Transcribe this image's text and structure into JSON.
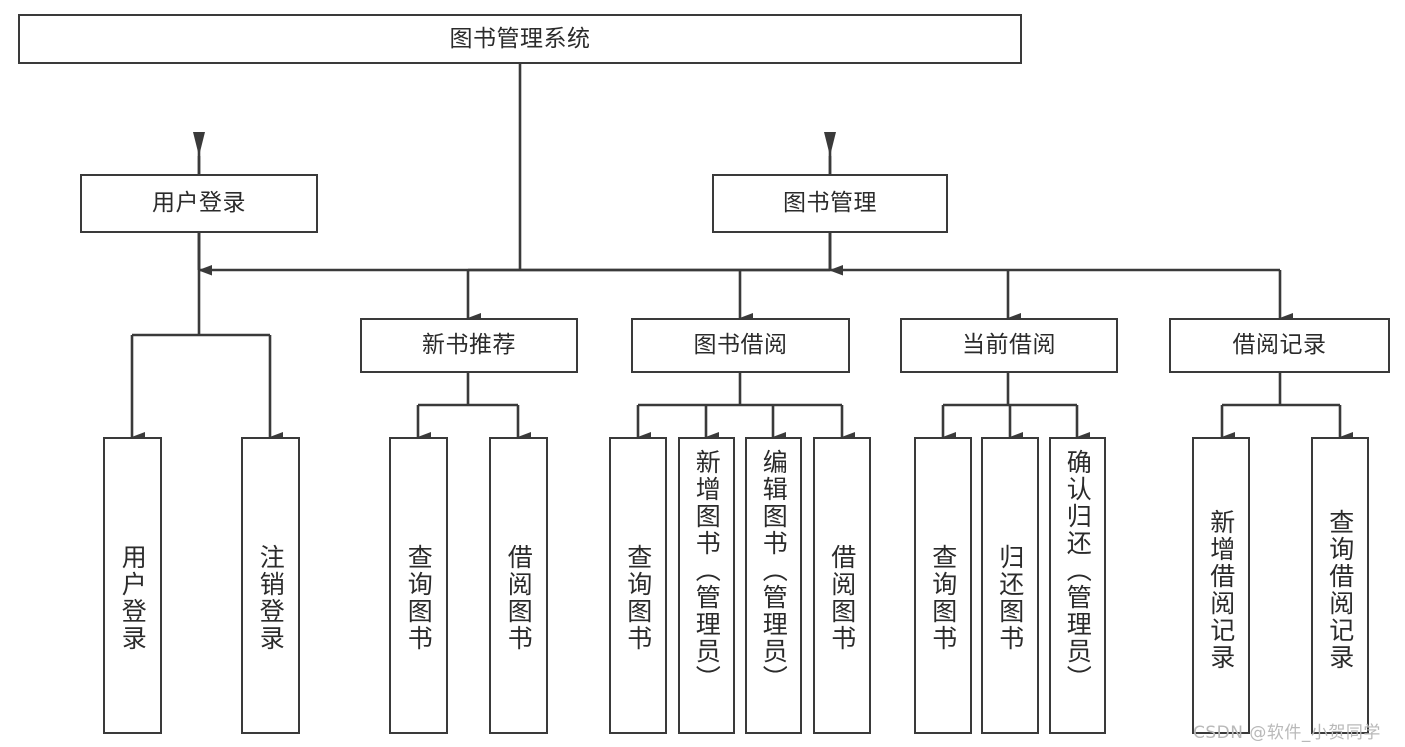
{
  "diagram": {
    "title": "图书管理系统",
    "type": "functional-structure-tree",
    "stroke_color": "#3a3a3a",
    "text_color": "#2b2b2b",
    "background_color": "#ffffff"
  },
  "nodes": {
    "root": {
      "label": "图书管理系统"
    },
    "level2": [
      {
        "label": "用户登录"
      },
      {
        "label": "图书管理"
      }
    ],
    "level3": [
      {
        "label": "新书推荐"
      },
      {
        "label": "图书借阅"
      },
      {
        "label": "当前借阅"
      },
      {
        "label": "借阅记录"
      }
    ],
    "leaves": {
      "user_login": [
        {
          "label": "用户登录"
        },
        {
          "label": "注销登录"
        }
      ],
      "new_book_recommend": [
        {
          "label": "查询图书"
        },
        {
          "label": "借阅图书"
        }
      ],
      "book_borrow": [
        {
          "label": "查询图书"
        },
        {
          "label": "新增图书（管理员）"
        },
        {
          "label": "编辑图书（管理员）"
        },
        {
          "label": "借阅图书"
        }
      ],
      "current_borrow": [
        {
          "label": "查询图书"
        },
        {
          "label": "归还图书"
        },
        {
          "label": "确认归还（管理员）"
        }
      ],
      "borrow_record": [
        {
          "label": "新增借阅记录"
        },
        {
          "label": "查询借阅记录"
        }
      ]
    }
  },
  "watermark": {
    "text": "CSDN @软件_小贺同学"
  }
}
